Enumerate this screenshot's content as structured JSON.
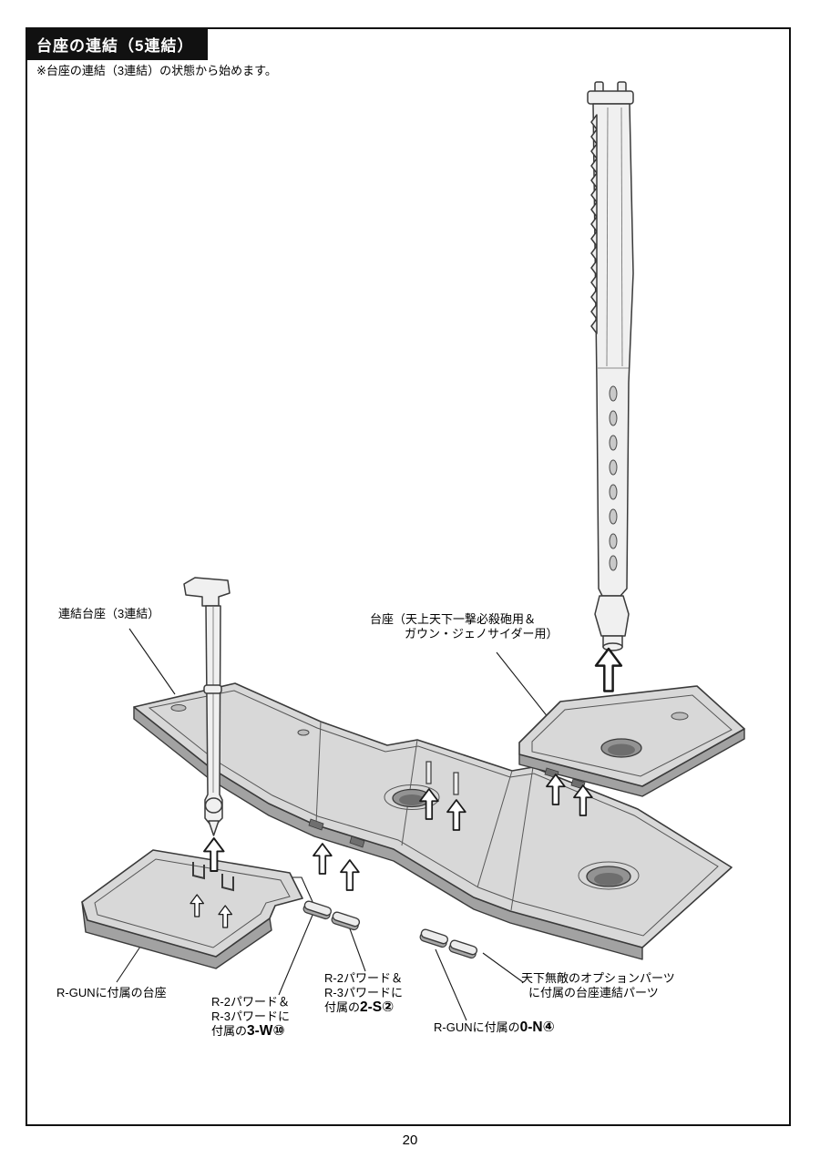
{
  "page": {
    "title": "台座の連結（5連結）",
    "note": "※台座の連結（3連結）の状態から始めます。",
    "page_number": "20"
  },
  "labels": {
    "linked_base": "連結台座（3連結）",
    "base_for_cannon": {
      "line1": "台座（天上天下一撃必殺砲用＆",
      "line2": "ガウン・ジェノサイダー用）"
    },
    "rgun_base": "R-GUNに付属の台座",
    "part_3w": {
      "line1": "R-2パワード＆",
      "line2": "R-3パワードに",
      "prefix": "付属の",
      "code": "3-W",
      "num": "⑩"
    },
    "part_2s": {
      "line1": "R-2パワード＆",
      "line2": "R-3パワードに",
      "prefix": "付属の",
      "code": "2-S",
      "num": "②"
    },
    "part_0n": {
      "prefix": "R-GUNに付属の",
      "code": "0-N",
      "num": "④"
    },
    "option_parts": {
      "line1": "天下無敵のオプションパーツ",
      "line2": "に付属の台座連結パーツ"
    }
  },
  "icons": {
    "up_arrow": "assembly-direction-up-arrow"
  },
  "colors": {
    "header_bg": "#111111",
    "line": "#3a3a3a",
    "plate_top": "#d8d8d8",
    "plate_side": "#a2a2a2",
    "paper": "#ffffff"
  }
}
